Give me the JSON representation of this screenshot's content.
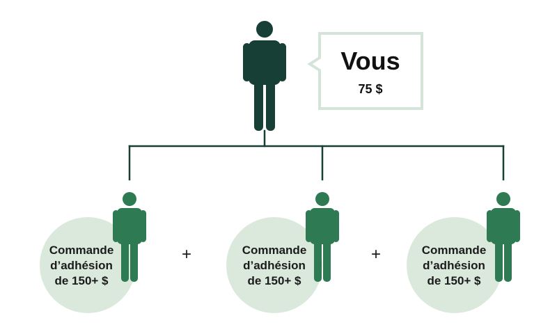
{
  "diagram": {
    "you": {
      "title": "Vous",
      "amount": "75 $",
      "figure_color": "#173f35"
    },
    "connector_color": "#173f35",
    "callout_border_color": "#d4e4d8",
    "circle_color": "#dbe9dc",
    "referral_figure_color": "#2d7a53",
    "referrals": [
      {
        "line1": "Commande",
        "line2": "d’adhésion",
        "line3": "de 150+ $"
      },
      {
        "line1": "Commande",
        "line2": "d’adhésion",
        "line3": "de 150+ $"
      },
      {
        "line1": "Commande",
        "line2": "d’adhésion",
        "line3": "de 150+ $"
      }
    ],
    "operators": [
      "+",
      "+"
    ]
  }
}
